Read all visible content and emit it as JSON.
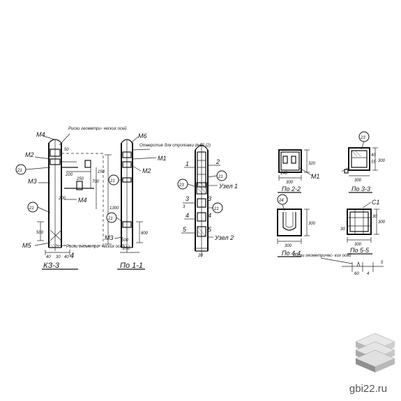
{
  "drawing": {
    "views": {
      "k33": {
        "title": "КЗ-3",
        "section_mark": "4",
        "marks": [
          "М4",
          "М2",
          "М3",
          "М5",
          "М4"
        ],
        "bubbles": [
          "21",
          "21"
        ],
        "notes": [
          "Риски геометри- ческих осей",
          "Риски геометри- ческих осей"
        ],
        "dims": [
          "50",
          "200",
          "250",
          "200",
          "700",
          "1300",
          "150",
          "500",
          "30",
          "40",
          "40"
        ]
      },
      "pos11": {
        "title": "По 1-1",
        "marks": [
          "М6",
          "М1",
          "М2",
          "М3"
        ],
        "bubbles": [
          "21",
          "21"
        ],
        "notes": [
          "Отверстие для строповки d=60 (2)"
        ],
        "dims": [
          "800",
          "500",
          "250"
        ]
      },
      "node1": {
        "title": "Узел 1",
        "node2": "Узел 2",
        "marks": [
          "1",
          "2",
          "3",
          "3",
          "4",
          "4",
          "5",
          "5"
        ],
        "bubbles": [
          "21",
          "23",
          "21"
        ],
        "dims": [
          "20"
        ]
      },
      "pos22": {
        "title": "По 2-2",
        "marks": [
          "М1"
        ],
        "dims": [
          "300",
          "140",
          "320"
        ]
      },
      "pos33": {
        "title": "По 3-3",
        "bubble": "23",
        "dims": [
          "300",
          "40",
          "55",
          "300"
        ]
      },
      "pos44": {
        "title": "По 4-4",
        "bubble": "24",
        "dims": [
          "300",
          "300"
        ]
      },
      "pos55": {
        "title": "По 5-5",
        "marks": [
          "С1"
        ],
        "notes": [
          "Риски геометричес- ких осей"
        ],
        "dims": [
          "300",
          "300",
          "30",
          "30",
          "60",
          "5",
          "4"
        ]
      }
    }
  },
  "watermark": {
    "text": "gbi22.ru"
  }
}
